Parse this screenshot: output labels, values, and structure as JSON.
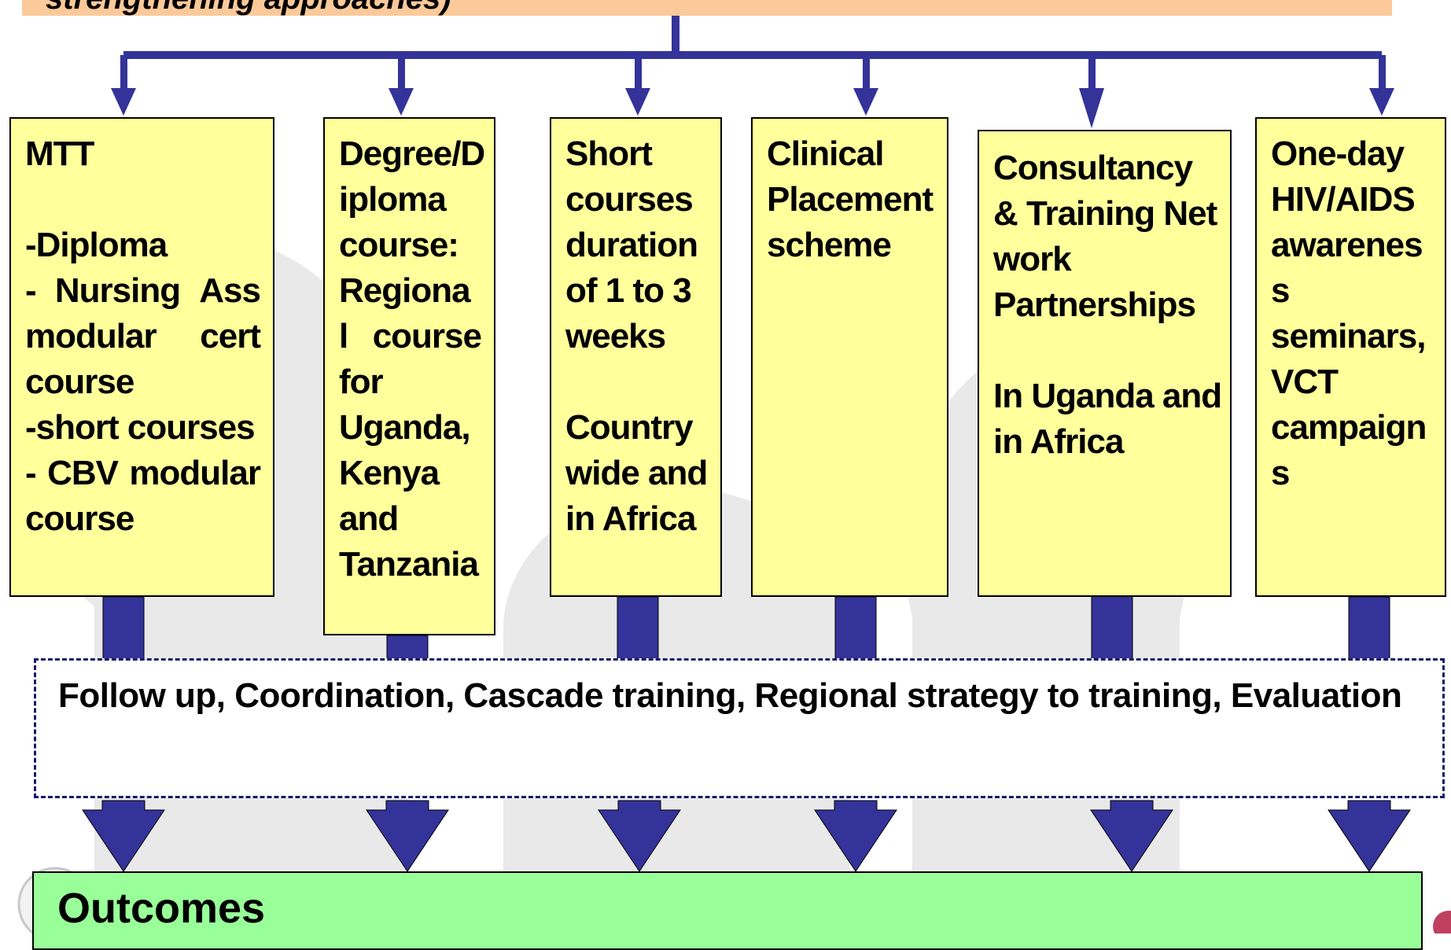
{
  "banner": {
    "text": "strengthening approaches)"
  },
  "boxes": [
    {
      "id": "mtt",
      "lines": [
        {
          "text": "MTT"
        },
        {
          "text": ""
        },
        {
          "text": "-Diploma"
        },
        {
          "parts": [
            "-",
            "Nursing",
            "Ass"
          ]
        },
        {
          "parts": [
            "modular",
            "cert"
          ]
        },
        {
          "text": "course"
        },
        {
          "text": "-short courses"
        },
        {
          "parts": [
            "-",
            "CBV",
            "modular"
          ]
        },
        {
          "text": "course"
        }
      ]
    },
    {
      "id": "degree",
      "lines": [
        {
          "text": "Degree/D"
        },
        {
          "text": "iploma"
        },
        {
          "text": "course:"
        },
        {
          "text": " Regiona"
        },
        {
          "parts": [
            "l",
            "course"
          ]
        },
        {
          "text": "for"
        },
        {
          "text": "Uganda,"
        },
        {
          "text": "Kenya"
        },
        {
          "text": "and"
        },
        {
          "text": "Tanzania"
        }
      ]
    },
    {
      "id": "short-courses",
      "lines": [
        {
          "text": "Short"
        },
        {
          "text": "courses"
        },
        {
          "text": "duration"
        },
        {
          "text": "of 1  to 3"
        },
        {
          "text": "weeks"
        },
        {
          "text": ""
        },
        {
          "text": "Country"
        },
        {
          "text": "wide  and"
        },
        {
          "text": "in Africa"
        }
      ]
    },
    {
      "id": "clinical",
      "lines": [
        {
          "text": "Clinical"
        },
        {
          "text": "Placement"
        },
        {
          "text": "scheme"
        }
      ]
    },
    {
      "id": "consultancy",
      "lines": [
        {
          "text": "Consultancy"
        },
        {
          "text": "& Training Net"
        },
        {
          "text": "work"
        },
        {
          "text": "Partnerships"
        },
        {
          "text": ""
        },
        {
          "text": "In Uganda and"
        },
        {
          "text": "in Africa"
        }
      ]
    },
    {
      "id": "hiv",
      "lines": [
        {
          "text": "One-day"
        },
        {
          "text": "HIV/AIDS"
        },
        {
          "text": "awarenes"
        },
        {
          "text": "s"
        },
        {
          "text": "seminars,"
        },
        {
          "text": "VCT"
        },
        {
          "text": "campaign"
        },
        {
          "text": "s"
        }
      ]
    }
  ],
  "followup": {
    "text": "Follow up, Coordination, Cascade training, Regional strategy to training, Evaluation"
  },
  "outcomes": {
    "title": "Outcomes"
  },
  "colors": {
    "arrow": "#333399",
    "box_fill": "#ffff9c",
    "banner_fill": "#fbc99a",
    "outcomes_fill": "#99ff99",
    "dash": "#1a1a66"
  }
}
